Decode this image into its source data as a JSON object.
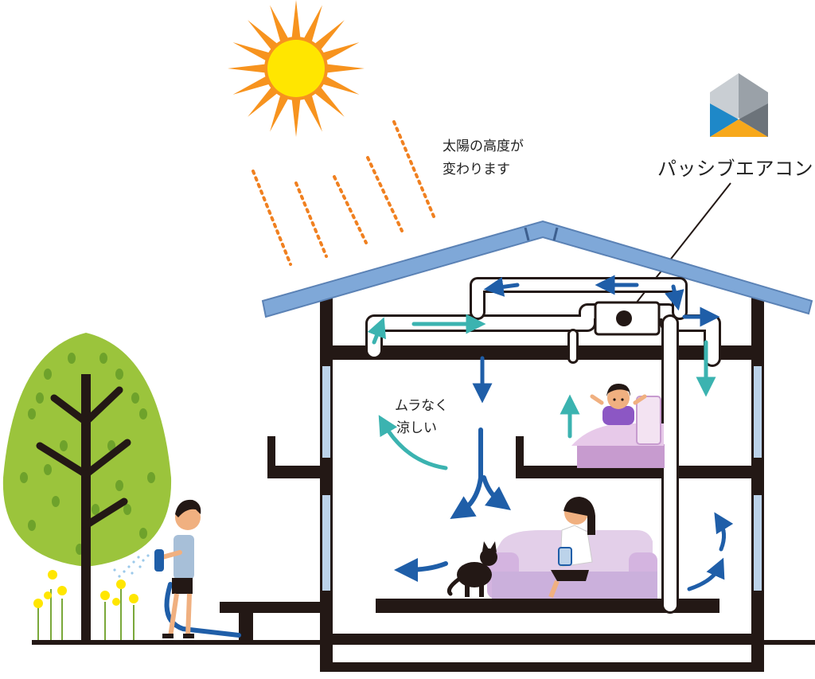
{
  "labels": {
    "sun_line1": "太陽の高度が",
    "sun_line2": "変わります",
    "brand": "パッシブエアコン",
    "even_line1": "ムラなく",
    "even_line2": "涼しい"
  },
  "icons": [
    "sun-icon",
    "passive-aircon-logo-icon",
    "tree-icon",
    "flower-icon",
    "cat-icon",
    "hose-icon"
  ],
  "colors": {
    "roof": "#7fa8d8",
    "structure": "#231815",
    "sun": "#f7931e",
    "sun_core": "#ffe600",
    "tree": "#9bc43c",
    "airflow_blue": "#1f5ea8",
    "airflow_teal": "#3bb3b0",
    "bed": "#d7a9d6",
    "sofa": "#d9c2e8",
    "sun_rays": "#f08020"
  }
}
